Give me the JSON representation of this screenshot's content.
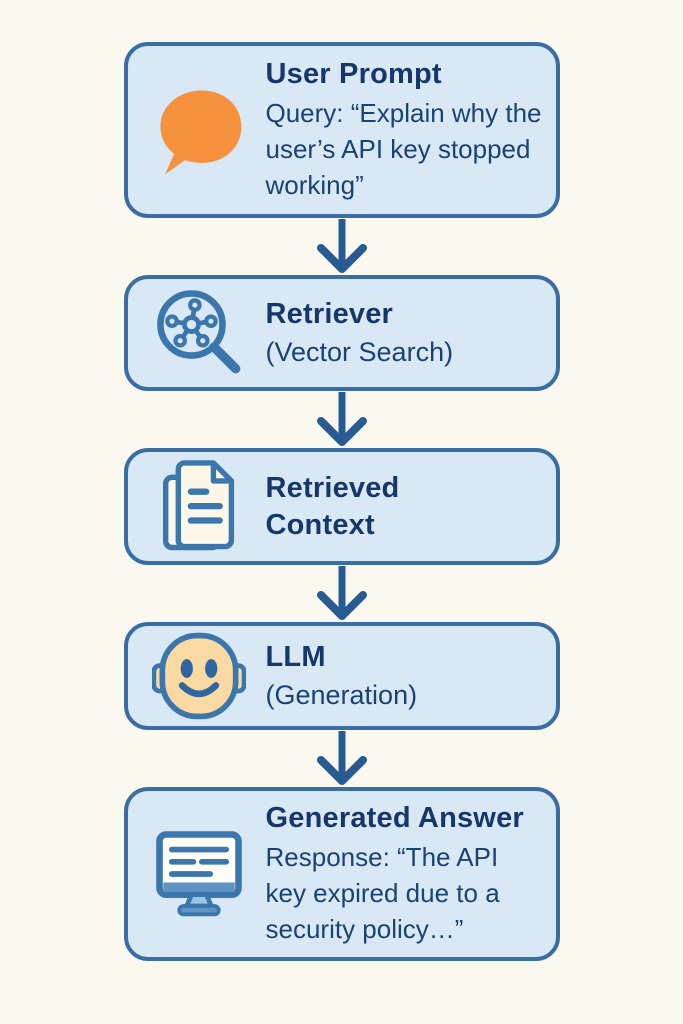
{
  "colors": {
    "background": "#FBF8F0",
    "box_fill": "#D8E8F4",
    "box_border": "#3A6EA3",
    "title_text": "#17376A",
    "body_text": "#1C4273",
    "arrow": "#275B91",
    "icon_blue": "#3B76AC",
    "bubble_orange": "#F6923D",
    "robot_face_fill": "#FBD9A3",
    "document_fill": "#FCF7E8"
  },
  "flow": {
    "steps": [
      {
        "id": "user-prompt",
        "icon": "speech-bubble-icon",
        "title": "User Prompt",
        "body": "Query: “Explain why the user’s API key stopped working”"
      },
      {
        "id": "retriever",
        "icon": "vector-search-icon",
        "title": "Retriever",
        "subtitle": "(Vector Search)"
      },
      {
        "id": "retrieved-context",
        "icon": "documents-icon",
        "title": "Retrieved Context"
      },
      {
        "id": "llm",
        "icon": "robot-face-icon",
        "title": "LLM",
        "subtitle": "(Generation)"
      },
      {
        "id": "generated-answer",
        "icon": "monitor-icon",
        "title": "Generated Answer",
        "body": "Response: “The API key expired due to a security policy…”"
      }
    ]
  }
}
